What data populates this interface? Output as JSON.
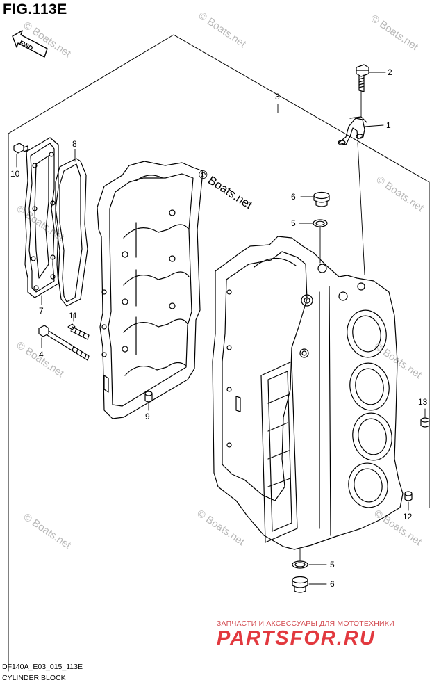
{
  "figure": {
    "title": "FIG.113E",
    "fwd_label": "FWD",
    "copyright_label": "© Boats.net"
  },
  "parts": [
    {
      "id": "label-2",
      "number": "2"
    },
    {
      "id": "label-3",
      "number": "3"
    },
    {
      "id": "label-1",
      "number": "1"
    },
    {
      "id": "label-8",
      "number": "8"
    },
    {
      "id": "label-10",
      "number": "10"
    },
    {
      "id": "label-6-top",
      "number": "6"
    },
    {
      "id": "label-5-top",
      "number": "5"
    },
    {
      "id": "label-7",
      "number": "7"
    },
    {
      "id": "label-11",
      "number": "11"
    },
    {
      "id": "label-4",
      "number": "4"
    },
    {
      "id": "label-9",
      "number": "9"
    },
    {
      "id": "label-13",
      "number": "13"
    },
    {
      "id": "label-12",
      "number": "12"
    },
    {
      "id": "label-5-bottom",
      "number": "5"
    },
    {
      "id": "label-6-bottom",
      "number": "6"
    }
  ],
  "watermarks": {
    "text": "© Boats.net"
  },
  "footer": {
    "code": "DF140A_E03_015_113E",
    "caption": "CYLINDER BLOCK"
  },
  "shop": {
    "tagline": "ЗАПЧАСТИ И АКСЕССУАРЫ ДЛЯ МОТОТЕХНИКИ",
    "brand": "PARTSFOR.RU",
    "brand_color": "#e2393f"
  }
}
